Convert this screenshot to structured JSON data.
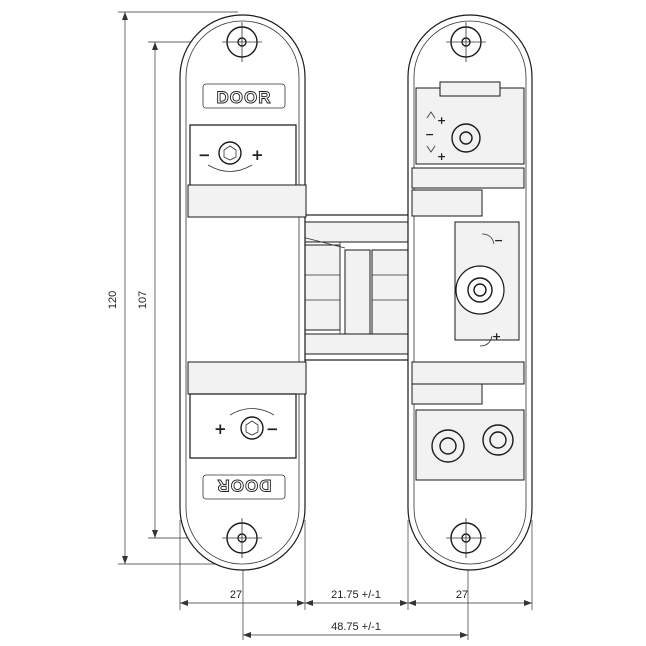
{
  "labels": {
    "door_top": "DOOR",
    "door_bottom": "DOOR",
    "plus": "+",
    "minus": "−"
  },
  "dimensions": {
    "height_total": "120",
    "height_inner": "107",
    "width_left": "27",
    "width_center": "21.75 +/-1",
    "width_right": "27",
    "width_axis": "48.75 +/-1"
  }
}
